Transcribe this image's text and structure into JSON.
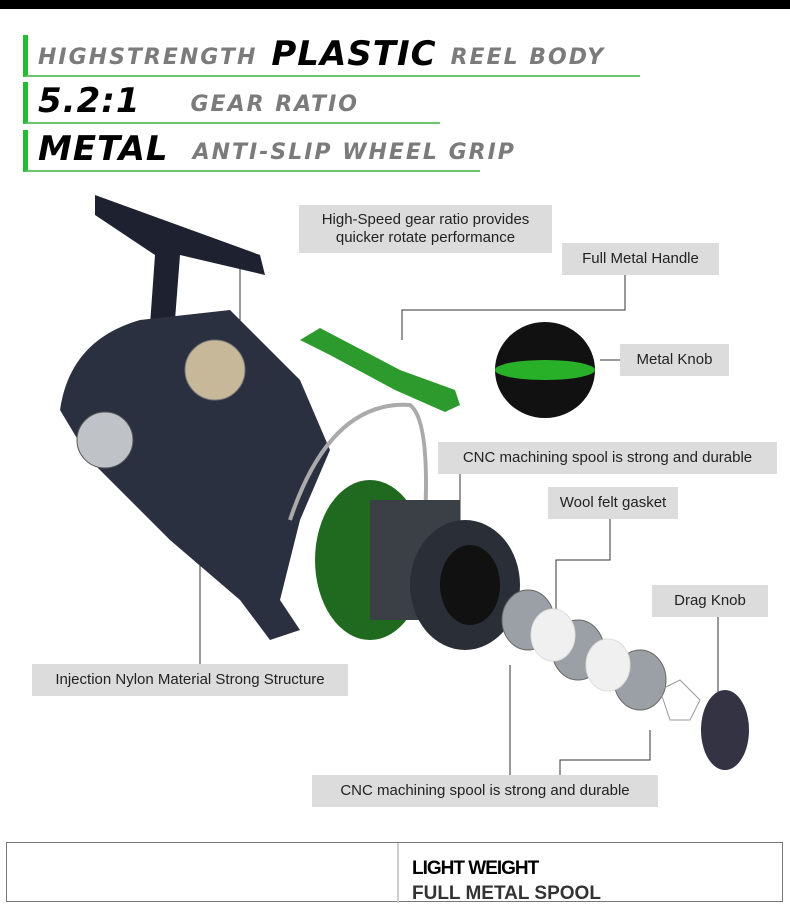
{
  "features": [
    {
      "pre": "HIGHSTRENGTH",
      "strong": "PLASTIC",
      "post": "REEL BODY"
    },
    {
      "strong": "5.2:1",
      "post": "GEAR RATIO"
    },
    {
      "strong": "METAL",
      "post": "ANTI-SLIP WHEEL GRIP"
    }
  ],
  "callouts": {
    "gear_ratio_line1": "High-Speed gear ratio provides",
    "gear_ratio_line2": "quicker rotate performance",
    "handle": "Full Metal Handle",
    "knob": "Metal Knob",
    "spool_top": "CNC machining spool is strong and durable",
    "gasket": "Wool felt gasket",
    "drag_knob": "Drag Knob",
    "body": "Injection Nylon Material Strong Structure",
    "spool_bottom": "CNC machining spool is strong and durable"
  },
  "bottom_panel": {
    "title": "LIGHT WEIGHT",
    "subtitle": "FULL METAL SPOOL"
  },
  "colors": {
    "accent": "#1fbf2f",
    "label_bg": "#dcdcdc"
  }
}
